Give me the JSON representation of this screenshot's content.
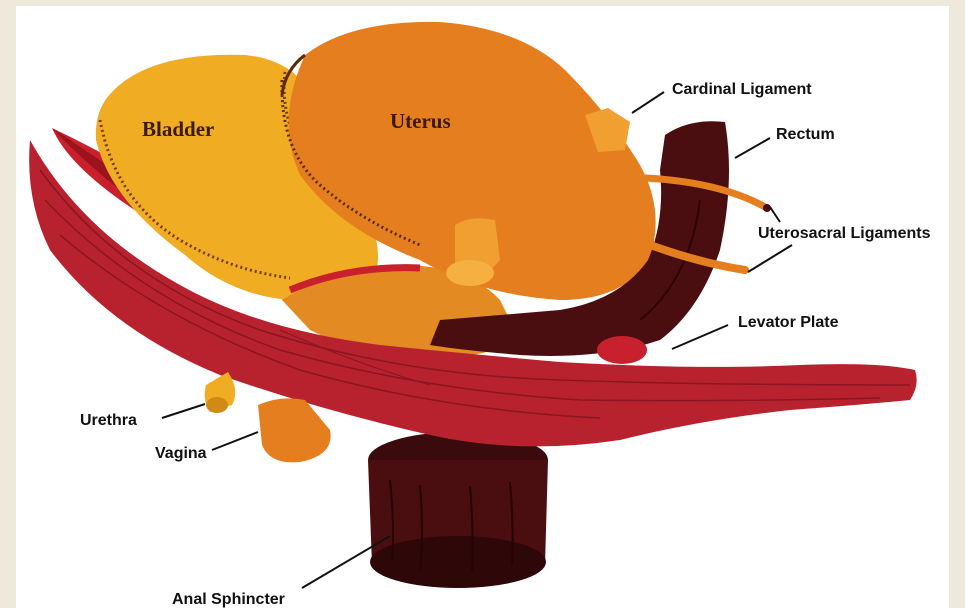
{
  "organs": {
    "bladder": "Bladder",
    "uterus": "Uterus"
  },
  "labels": {
    "cardinal_ligament": "Cardinal Ligament",
    "rectum": "Rectum",
    "uterosacral_ligaments": "Uterosacral Ligaments",
    "levator_plate": "Levator Plate",
    "urethra": "Urethra",
    "vagina": "Vagina",
    "anal_sphincter": "Anal Sphincter"
  },
  "colors": {
    "muscle": "#b8222f",
    "bladder": "#f0ac22",
    "uterus": "#e57e1f",
    "rectum": "#4a0e10",
    "background": "#efe9dc"
  }
}
